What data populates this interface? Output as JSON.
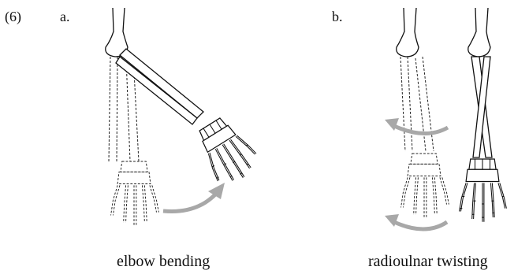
{
  "figure": {
    "number": "(6)",
    "panels": [
      {
        "label": "a.",
        "caption": "elbow bending"
      },
      {
        "label": "b.",
        "caption": "radioulnar twisting"
      }
    ]
  },
  "colors": {
    "line": "#111111",
    "arrow": "#a8a8a8",
    "background": "#ffffff"
  }
}
